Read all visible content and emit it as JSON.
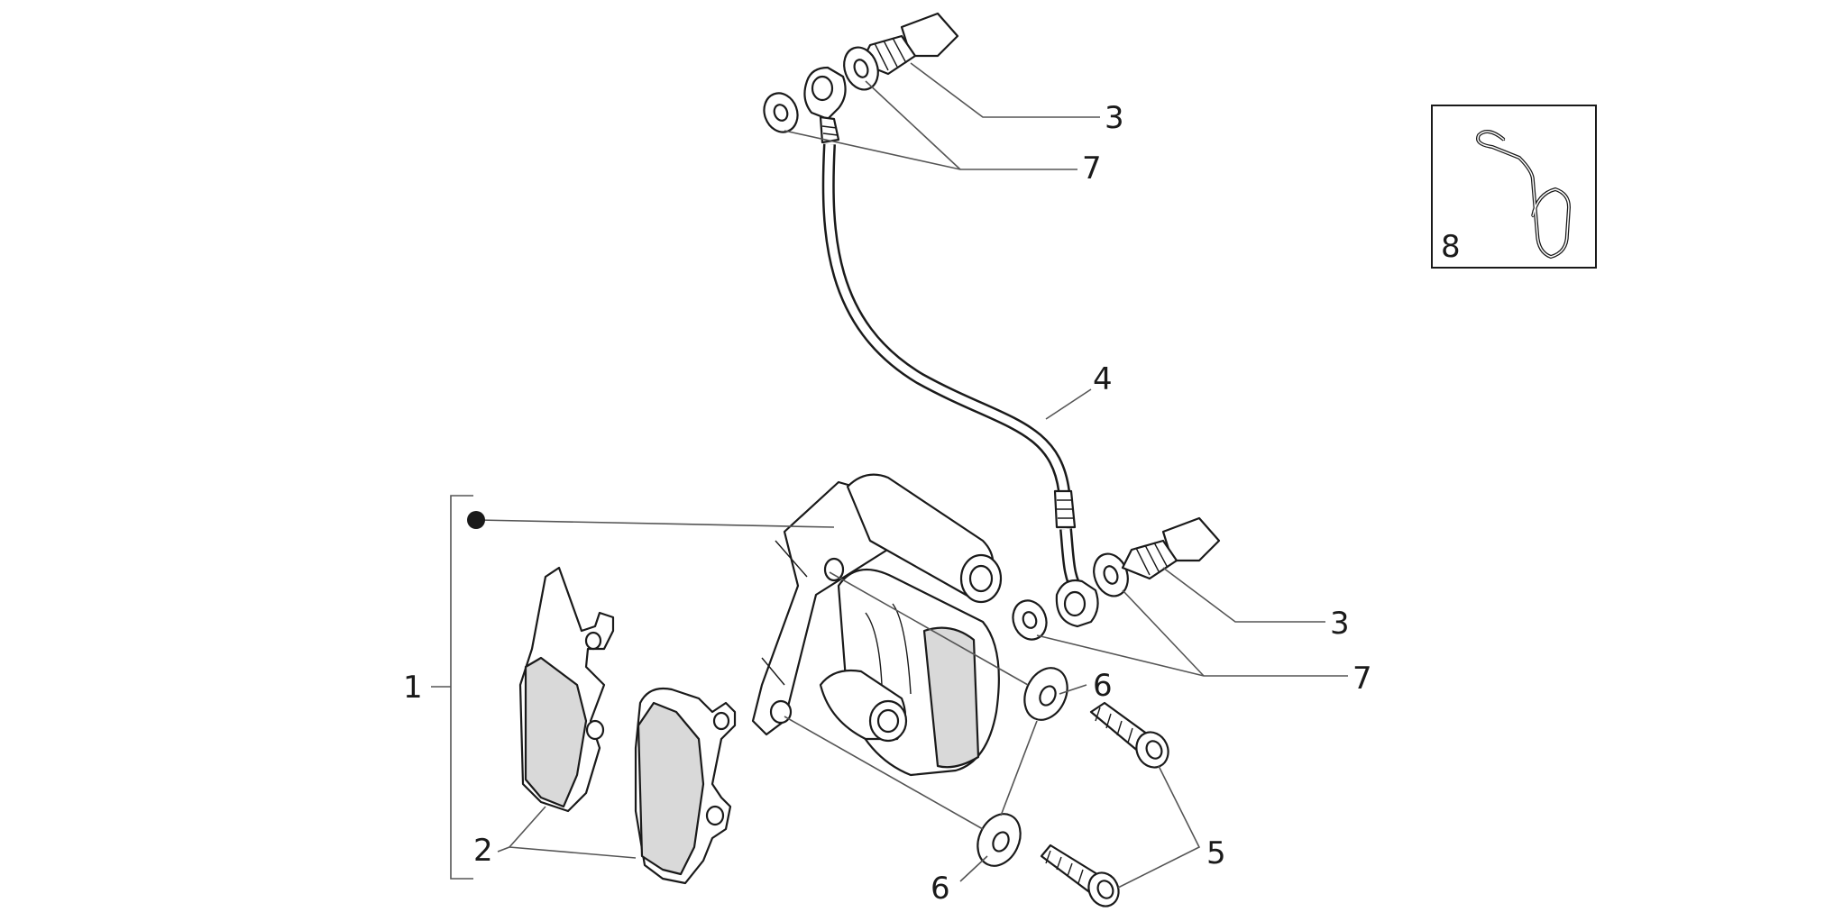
{
  "callouts": {
    "c1": "1",
    "c2": "2",
    "c3a": "3",
    "c3b": "3",
    "c4": "4",
    "c5": "5",
    "c6a": "6",
    "c6b": "6",
    "c7a": "7",
    "c7b": "7",
    "c8": "8"
  },
  "colors": {
    "line": "#1a1a1a",
    "leader": "#555555",
    "background": "#ffffff"
  }
}
